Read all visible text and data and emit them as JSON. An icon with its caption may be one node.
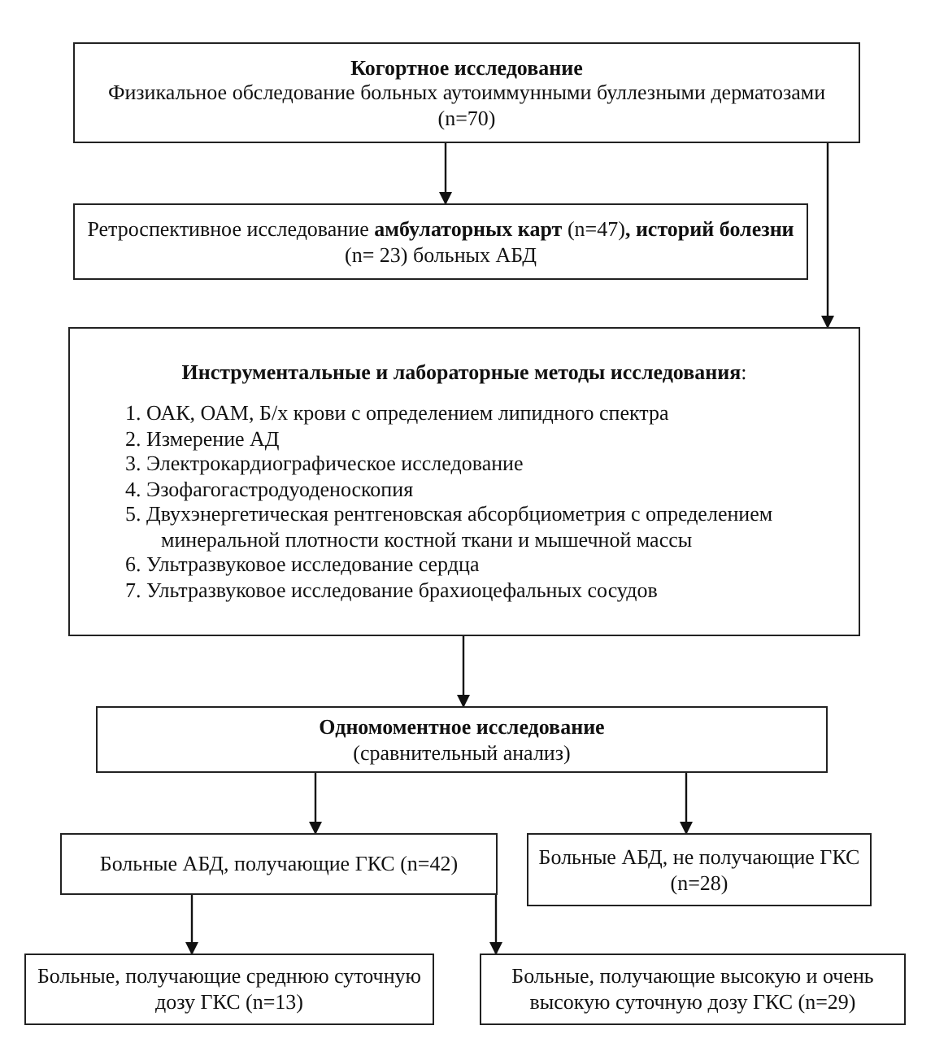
{
  "diagram": {
    "nodes": [
      {
        "text": [
          "Когортное исследование",
          "Физикальное обследование больных аутоиммунными буллезными дерматозами (n=70)"
        ]
      },
      {
        "text": [
          "Ретроспективное исследование **амбулаторных карт** (n=47)**, историй болезни** (n= 23) больных АБД"
        ]
      },
      {
        "text": [
          "**Инструментальные и лабораторные методы исследования**:",
          "1. ОАК, ОАМ, Б/х крови с определением липидного спектра",
          "2. Измерение АД",
          "3. Электрокардиографическое исследование",
          "4. Эзофагогастродуоденоскопия",
          "5. Двухэнергетическая рентгеновская абсорбциометрия с определением минеральной плотности костной ткани и мышечной массы",
          "6. Ультразвуковое исследование сердца",
          "7. Ультразвуковое исследование брахиоцефальных сосудов"
        ]
      },
      {
        "text": [
          "Одномоментное исследование",
          "(сравнительный анализ)"
        ]
      },
      {
        "text": [
          "Больные АБД, получающие ГКС (n=42)"
        ]
      },
      {
        "text": [
          "Больные АБД, не получающие ГКС (n=28)"
        ]
      },
      {
        "text": [
          "Больные, получающие среднюю суточную дозу ГКС  (n=13)"
        ]
      },
      {
        "text": [
          "Больные, получающие высокую и очень высокую суточную дозу ГКС  (n=29)"
        ]
      }
    ],
    "edges": [
      {
        "from": 0,
        "to": 1,
        "arrow": "to"
      },
      {
        "from": 0,
        "to": 2,
        "arrow": "to"
      },
      {
        "from": 2,
        "to": 3,
        "arrow": "to"
      },
      {
        "from": 3,
        "to": 4,
        "arrow": "to"
      },
      {
        "from": 3,
        "to": 5,
        "arrow": "to"
      },
      {
        "from": 4,
        "to": 6,
        "arrow": "to"
      },
      {
        "from": 4,
        "to": 7,
        "arrow": "to"
      }
    ]
  }
}
